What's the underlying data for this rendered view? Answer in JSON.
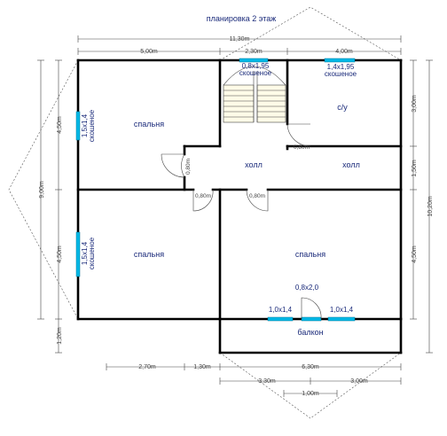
{
  "title": "планировка 2 этаж",
  "dimensions": {
    "total_width": "11,30m",
    "top_left": "5,00m",
    "top_middle": "2,30m",
    "top_right": "4,00m",
    "left_total": "9,00m",
    "left_upper": "4,50m",
    "left_lower": "4,50m",
    "left_balcony": "1,20m",
    "right_total": "10,20m",
    "right_upper": "3,00m",
    "right_middle": "1,50m",
    "right_lower": "4,50m",
    "bottom_a": "2,70m",
    "bottom_b": "1,30m",
    "bottom_c": "6,30m",
    "bottom_d": "3,30m",
    "bottom_e": "3,00m",
    "bottom_f": "1,00m"
  },
  "rooms": {
    "bedroom_top_left": "спальня",
    "bathroom": "с/у",
    "hall_left": "холл",
    "hall_right": "холл",
    "bedroom_bottom_left": "спальня",
    "bedroom_bottom_right": "спальня",
    "balcony": "балкон"
  },
  "windows": {
    "stair": {
      "size": "0,8х1,95",
      "type": "скошеное"
    },
    "bath": {
      "size": "1,4х1,95",
      "type": "скошеное"
    },
    "left_upper": {
      "size": "1,5х1,4",
      "type": "скошеное"
    },
    "left_lower": {
      "size": "1,5х1,4",
      "type": "скошеное"
    },
    "balcony_left": "1,0х1,4",
    "balcony_door": "0,8х2,0",
    "balcony_right": "1,0х1,4"
  },
  "doors": {
    "bath_door": "0,80m",
    "hall_left_door": "0,80m",
    "bedroom_lower_left_door": "0,80m",
    "bedroom_lower_right_door": "0,80m"
  },
  "colors": {
    "wall": "#000000",
    "window": "#00b8e6",
    "text": "#1a2a7a",
    "roof": "#555555"
  }
}
